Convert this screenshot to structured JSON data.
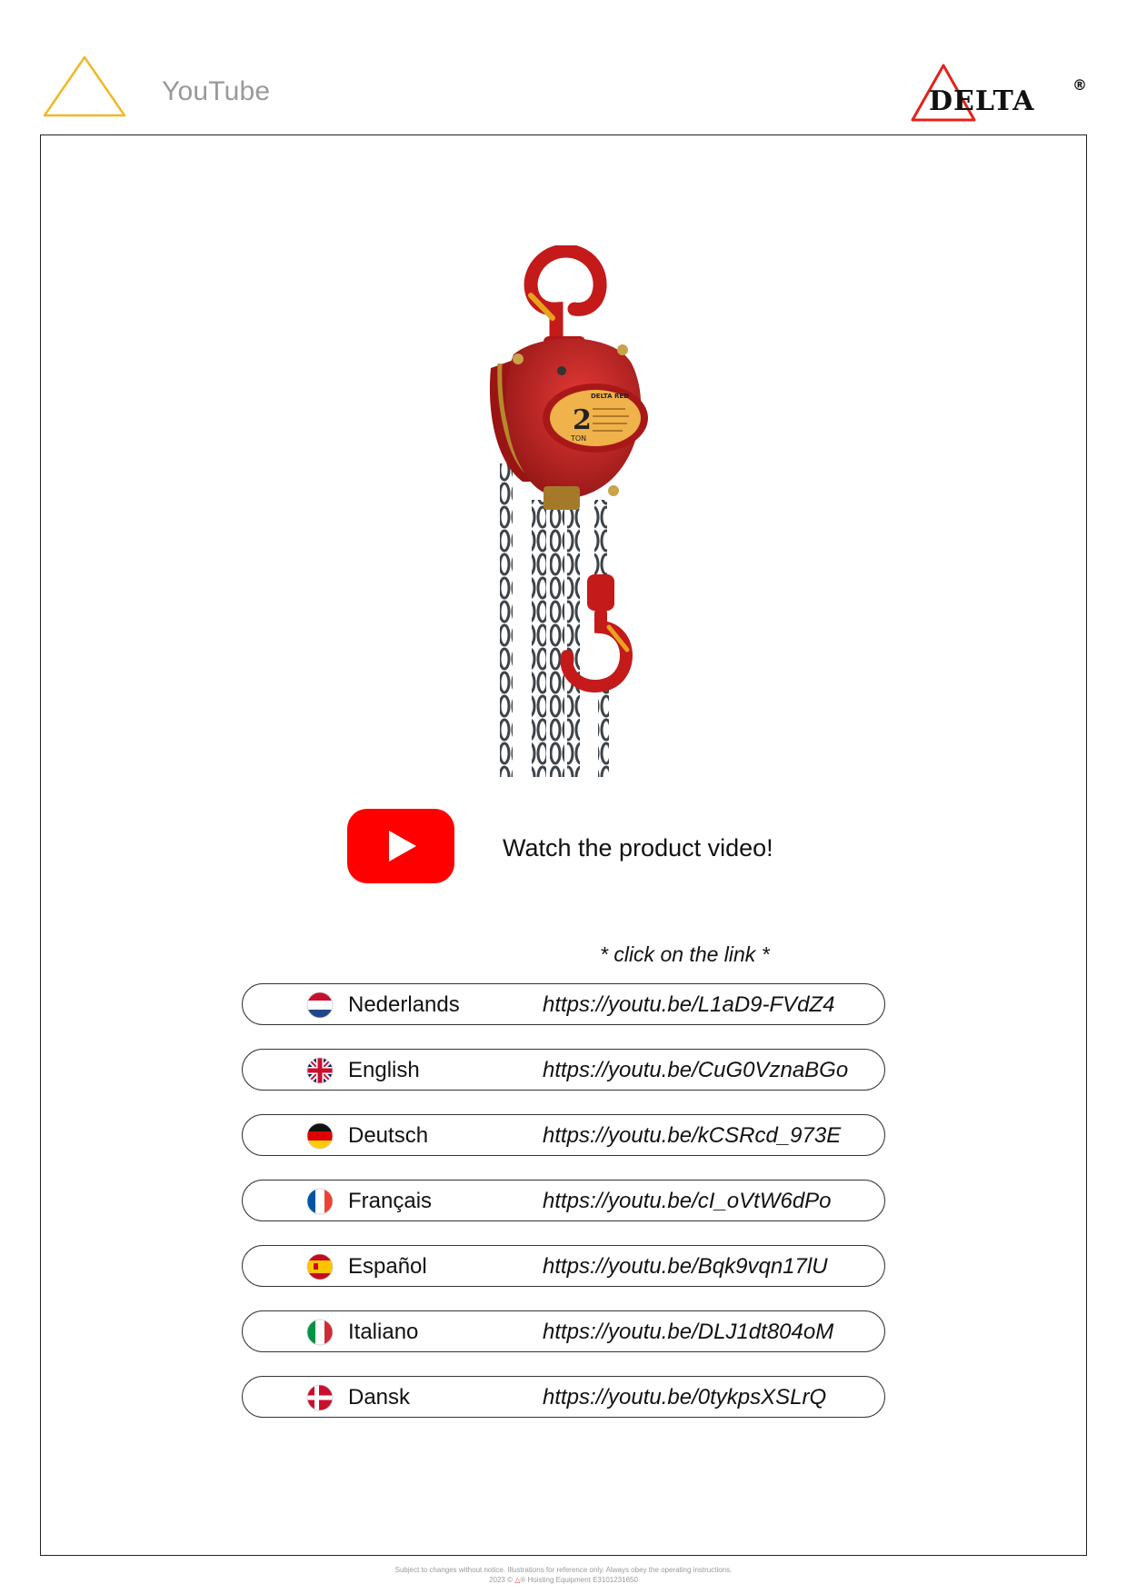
{
  "header": {
    "title": "YouTube",
    "warning_icon": "warning-triangle-icon",
    "logo": {
      "text": "DELTA",
      "registered_mark": "®"
    },
    "accent_color": "#f2b824",
    "logo_red": "#e2231a"
  },
  "product": {
    "image": "chain-hoist-image",
    "plate_number": "2",
    "plate_unit": "TON",
    "plate_brand": "DELTA RED"
  },
  "video": {
    "icon": "youtube-play-icon",
    "cta": "Watch the product video!",
    "icon_color": "#ff0000"
  },
  "links": {
    "instruction": "* click on the link *",
    "items": [
      {
        "flag": "flag-netherlands-icon",
        "language": "Nederlands",
        "url": "https://youtu.be/L1aD9-FVdZ4"
      },
      {
        "flag": "flag-uk-icon",
        "language": "English",
        "url": "https://youtu.be/CuG0VznaBGo"
      },
      {
        "flag": "flag-germany-icon",
        "language": "Deutsch",
        "url": "https://youtu.be/kCSRcd_973E"
      },
      {
        "flag": "flag-france-icon",
        "language": "Français",
        "url": "https://youtu.be/cI_oVtW6dPo"
      },
      {
        "flag": "flag-spain-icon",
        "language": "Español",
        "url": "https://youtu.be/Bqk9vqn17lU"
      },
      {
        "flag": "flag-italy-icon",
        "language": "Italiano",
        "url": "https://youtu.be/DLJ1dt804oM"
      },
      {
        "flag": "flag-denmark-icon",
        "language": "Dansk",
        "url": "https://youtu.be/0tykpsXSLrQ"
      }
    ]
  },
  "footer": {
    "line1": "Subject to changes without notice. Illustrations for reference only. Always obey the operating instructions.",
    "line2_prefix": "2023 ©",
    "line2_suffix": "® Hoisting Equipment   E3101231650"
  }
}
